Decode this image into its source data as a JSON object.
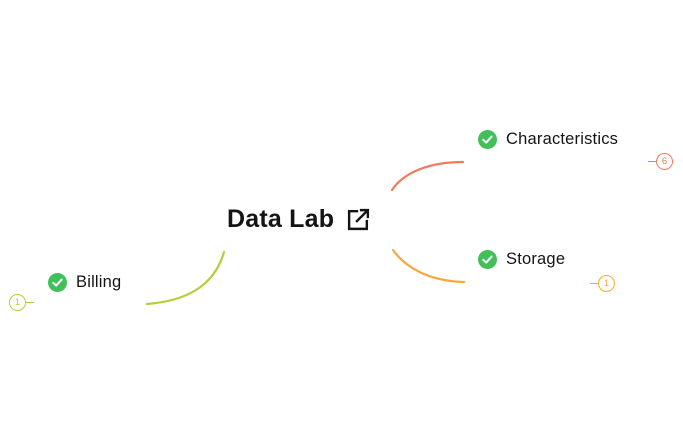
{
  "root": {
    "label": "Data Lab",
    "icon": "external-link-icon"
  },
  "branches": [
    {
      "label": "Billing",
      "count": "1",
      "color": "#b6cc38",
      "status_icon": "check-circle-icon"
    },
    {
      "label": "Characteristics",
      "count": "6",
      "color": "#f4795b",
      "status_icon": "check-circle-icon"
    },
    {
      "label": "Storage",
      "count": "1",
      "color": "#f8a73e",
      "status_icon": "check-circle-icon"
    }
  ],
  "colors": {
    "background": "#ffffff",
    "text": "#141414",
    "check_green": "#40c057",
    "check_mark_white": "#ffffff",
    "billing_branch": "#b6cc38",
    "characteristics_branch": "#f4795b",
    "storage_branch": "#f8a73e"
  }
}
